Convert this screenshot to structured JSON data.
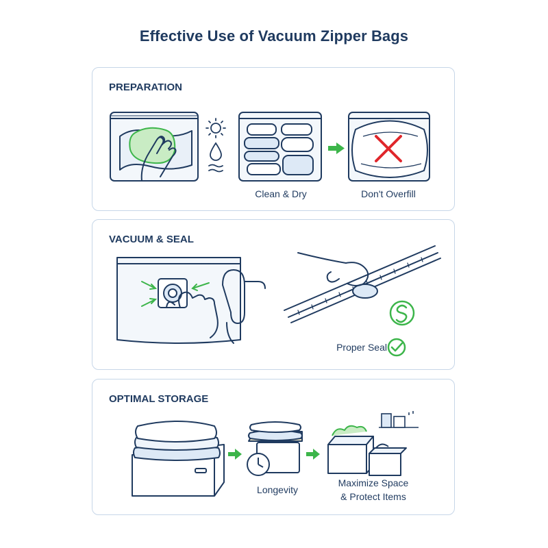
{
  "title": "Effective Use of Vacuum Zipper Bags",
  "sections": [
    {
      "heading": "PREPARATION",
      "labels": [
        "Clean & Dry",
        "Don't Overfill"
      ]
    },
    {
      "heading": "VACUUM & SEAL",
      "labels": [
        "Proper Seal"
      ]
    },
    {
      "heading": "OPTIMAL STORAGE",
      "labels": [
        "Longevity",
        "Maximize Space",
        "& Protect Items"
      ]
    }
  ],
  "colors": {
    "ink": "#1f3a5f",
    "accent_green": "#3cb54a",
    "warning_red": "#e0262b",
    "light_blue": "#dde9f6",
    "panel_border": "#c6d6e8"
  },
  "icons": [
    "hand-wipe-icon",
    "sun-icon",
    "water-drop-icon",
    "packed-bag-icon",
    "arrow-right-icon",
    "overfilled-bag-icon",
    "red-x-icon",
    "vacuum-valve-icon",
    "hose-icon",
    "zipper-seal-icon",
    "seal-badge-icon",
    "check-circle-icon",
    "stacked-pillows-box-icon",
    "clock-icon",
    "storage-bin-icon",
    "shelf-icon"
  ]
}
